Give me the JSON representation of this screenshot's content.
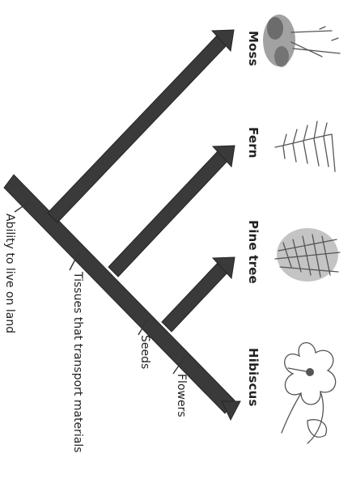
{
  "diagram": {
    "taxa": [
      {
        "name": "Moss",
        "icon": "moss-plant-icon"
      },
      {
        "name": "Fern",
        "icon": "fern-frond-icon"
      },
      {
        "name": "Pine tree",
        "icon": "pine-branch-icon"
      },
      {
        "name": "Hibiscus",
        "icon": "hibiscus-flower-icon"
      }
    ],
    "traits": [
      {
        "label": "Ability to live on land"
      },
      {
        "label": "Tissues that transport materials"
      },
      {
        "label": "Seeds"
      },
      {
        "label": "Flowers"
      }
    ],
    "colors": {
      "branch": "#3a3a3a",
      "ink": "#555555",
      "text": "#222222"
    }
  }
}
